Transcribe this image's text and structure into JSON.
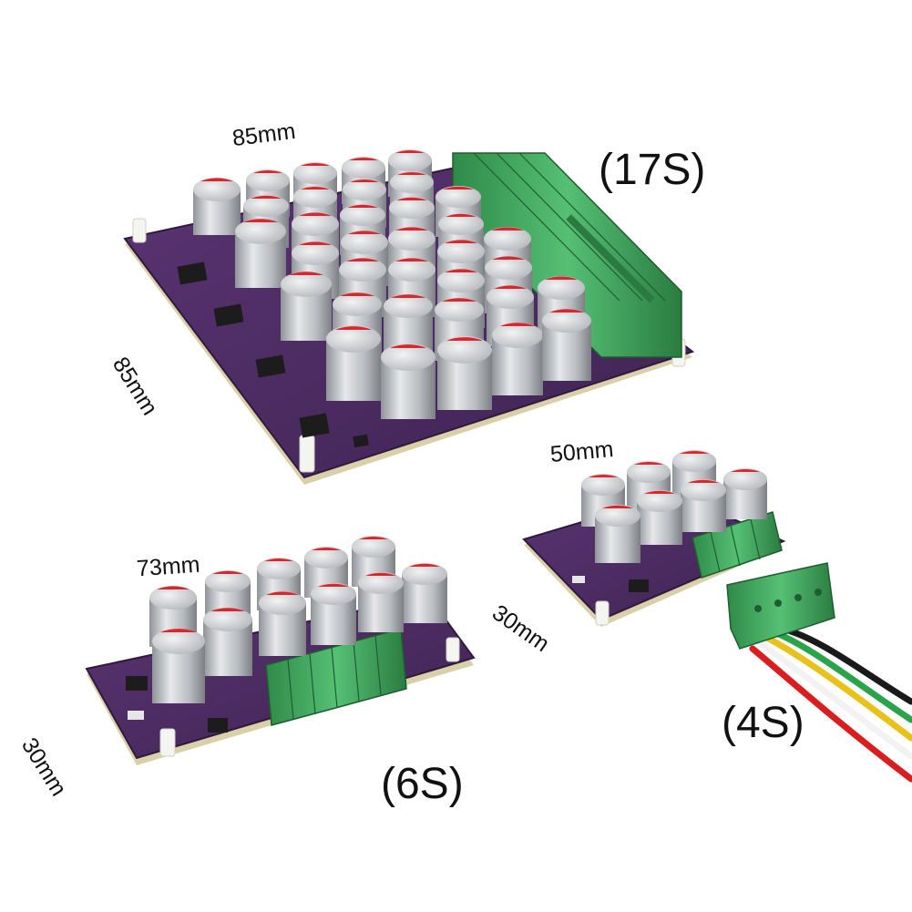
{
  "labels": {
    "board_17s": {
      "name": "(17S)",
      "width": "85mm",
      "height": "85mm"
    },
    "board_6s": {
      "name": "(6S)",
      "width": "73mm",
      "height": "30mm"
    },
    "board_4s": {
      "name": "(4S)",
      "width": "50mm",
      "height": "30mm"
    }
  },
  "colors": {
    "pcb": "#4a2a5e",
    "pcb_edge": "#2e1a3c",
    "capacitor": "#c9ccd0",
    "capacitor_top": "#d8272e",
    "terminal": "#3fa55c",
    "chip": "#1c1c1c",
    "standoff": "#f4f4f0",
    "wire_colors": [
      "#d81e1e",
      "#f2f2f2",
      "#e8c21a",
      "#2aa34a",
      "#1a1a1a"
    ]
  }
}
